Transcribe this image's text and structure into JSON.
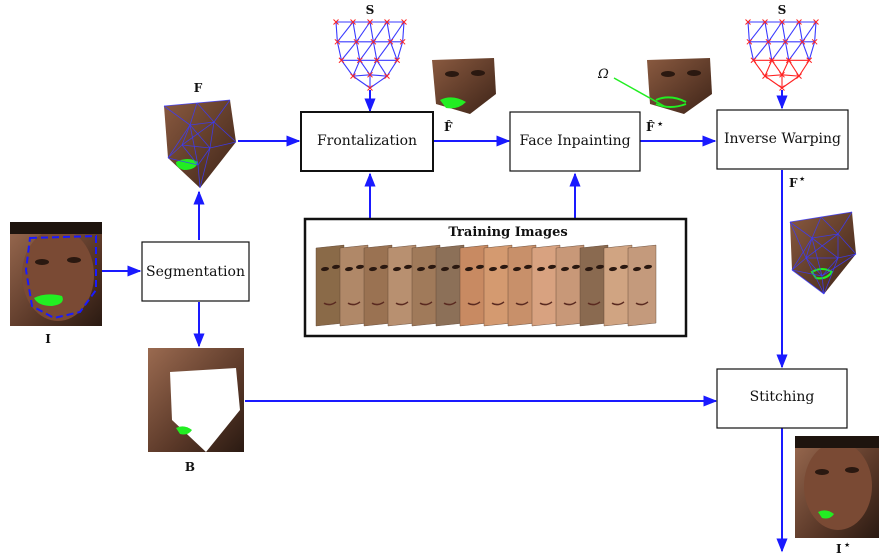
{
  "boxes": {
    "segmentation": "Segmentation",
    "frontalization": "Frontalization",
    "face_inpainting": "Face Inpainting",
    "inverse_warping": "Inverse Warping",
    "stitching": "Stitching",
    "training_images": "Training Images"
  },
  "labels": {
    "input": "I",
    "face": "F",
    "background": "B",
    "shape_top_left": "S",
    "shape_top_right": "S",
    "frontal": "F̂",
    "frontal_inpainted": "F̂",
    "warped": "F",
    "output": "I",
    "star": "⋆",
    "omega": "Ω"
  },
  "colors": {
    "arrow": "#1a1aff",
    "mask": "#22ee22",
    "mesh_blue": "#3a3aff",
    "mesh_red": "#ff2222",
    "skin_dark": "#6a4030",
    "skin_light": "#d4a080"
  }
}
